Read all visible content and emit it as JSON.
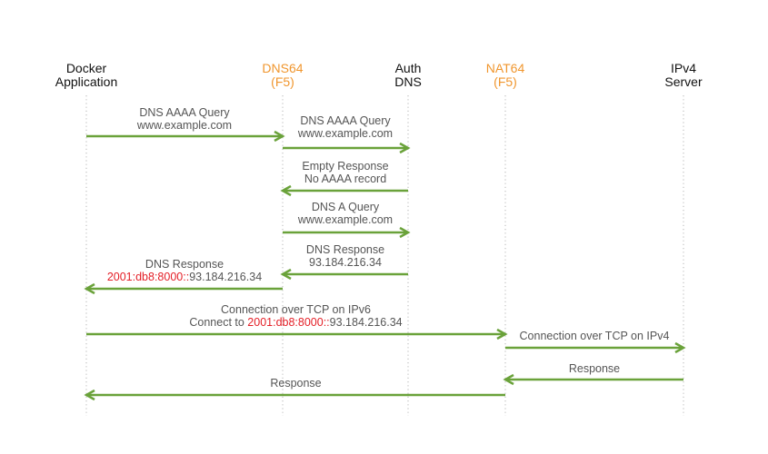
{
  "colors": {
    "arrow": "#6AA23A",
    "accent": "#F0962E",
    "highlight": "#E41E26",
    "lifeline": "#B5B5B5",
    "text": "#555555",
    "label": "#111111"
  },
  "lanes": [
    {
      "id": "docker",
      "line1": "Docker",
      "line2": "Application",
      "accent": false
    },
    {
      "id": "dns64",
      "line1": "DNS64",
      "line2": "(F5)",
      "accent": true
    },
    {
      "id": "auth",
      "line1": "Auth",
      "line2": "DNS",
      "accent": false
    },
    {
      "id": "nat64",
      "line1": "NAT64",
      "line2": "(F5)",
      "accent": true
    },
    {
      "id": "ipv4",
      "line1": "IPv4",
      "line2": "Server",
      "accent": false
    }
  ],
  "messages": [
    {
      "from": "docker",
      "to": "dns64",
      "line1": "DNS AAAA Query",
      "line2": "www.example.com"
    },
    {
      "from": "dns64",
      "to": "auth",
      "line1": "DNS AAAA Query",
      "line2": "www.example.com"
    },
    {
      "from": "auth",
      "to": "dns64",
      "line1": "Empty Response",
      "line2": "No AAAA record"
    },
    {
      "from": "dns64",
      "to": "auth",
      "line1": "DNS A Query",
      "line2": "www.example.com"
    },
    {
      "from": "auth",
      "to": "dns64",
      "line1": "DNS Response",
      "line2": "93.184.216.34"
    },
    {
      "from": "dns64",
      "to": "docker",
      "line1": "DNS Response",
      "line2_pre": "",
      "line2_hl": "2001:db8:8000::",
      "line2_post": "93.184.216.34"
    },
    {
      "from": "docker",
      "to": "nat64",
      "line1": "Connection over TCP on IPv6",
      "line2_pre": "Connect to ",
      "line2_hl": "2001:db8:8000::",
      "line2_post": "93.184.216.34"
    },
    {
      "from": "nat64",
      "to": "ipv4",
      "line1": "Connection over TCP on IPv4"
    },
    {
      "from": "ipv4",
      "to": "nat64",
      "line1": "Response"
    },
    {
      "from": "nat64",
      "to": "docker",
      "line1": "Response"
    }
  ]
}
